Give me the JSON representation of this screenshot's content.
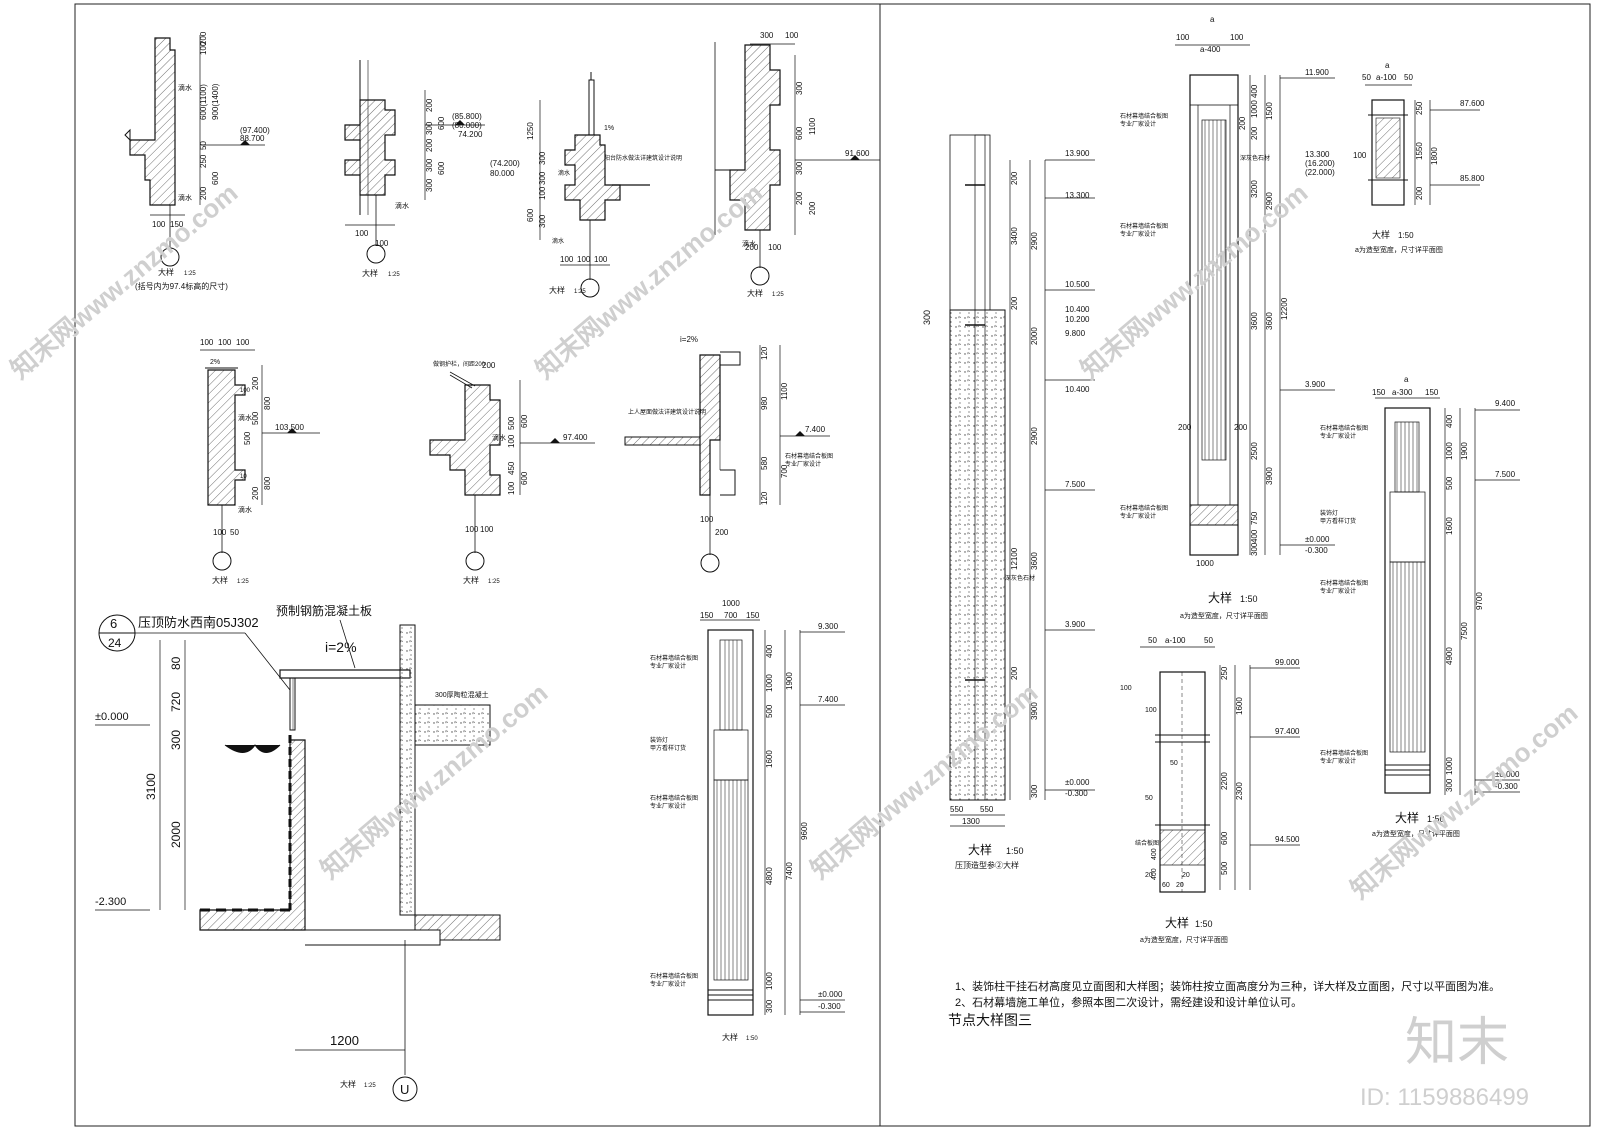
{
  "drawing_title": "节点大样图三",
  "details": {
    "a": {
      "label": "大样",
      "scale": "1:25",
      "note": "(括号内为97.4标高的尺寸)",
      "dims": [
        "100",
        "200",
        "600(1100)",
        "900(1400)",
        "50",
        "250",
        "600",
        "200",
        "100",
        "150"
      ],
      "levels": [
        "(97.400)",
        "88.700"
      ],
      "tags": [
        "滴水",
        "滴水"
      ]
    },
    "b": {
      "label": "大样",
      "scale": "1:25",
      "dims": [
        "200",
        "300",
        "600",
        "200",
        "300",
        "300",
        "600",
        "100",
        "100"
      ],
      "levels": [
        "(85.800)",
        "(80.000)",
        "74.200"
      ],
      "tags": [
        "滴水"
      ]
    },
    "c": {
      "label": "大样",
      "scale": "1:25",
      "dims": [
        "1250",
        "300",
        "300",
        "100",
        "600",
        "300",
        "100",
        "100",
        "100"
      ],
      "levels": [
        "(74.200)",
        "80.000"
      ],
      "tags": [
        "1%",
        "阳台防水做法详建筑设计说明",
        "滴水",
        "滴水"
      ]
    },
    "d": {
      "label": "大样",
      "scale": "1:25",
      "dims": [
        "300",
        "100",
        "300",
        "1100",
        "300",
        "600",
        "200",
        "200",
        "200",
        "100"
      ],
      "levels": [
        "91.600"
      ],
      "tags": [
        "滴水"
      ]
    },
    "e": {
      "label": "大样",
      "scale": "1:25",
      "dims": [
        "100",
        "100",
        "100",
        "200",
        "800",
        "500",
        "500",
        "800",
        "200",
        "100",
        "50",
        "100",
        "10"
      ],
      "levels": [
        "103.500"
      ],
      "tags": [
        "2%",
        "滴水",
        "滴水"
      ]
    },
    "f": {
      "label": "大样",
      "scale": "1:25",
      "dims": [
        "200",
        "600",
        "500",
        "100",
        "450",
        "600",
        "100",
        "100",
        "100"
      ],
      "levels": [
        "97.400"
      ],
      "tags": [
        "做钢护栏，间距200",
        "滴水"
      ]
    },
    "g": {
      "label": "",
      "scale": "",
      "dims": [
        "120",
        "980",
        "1100",
        "580",
        "700",
        "120",
        "100",
        "200"
      ],
      "levels": [
        "7.400"
      ],
      "tags": [
        "i=2%",
        "上人屋面做法详建筑设计说明",
        "石材幕墙结合板图",
        "专业厂家设计"
      ]
    },
    "h": {
      "label": "大样",
      "scale": "1:25",
      "tags": [
        "压顶防水西南05J302",
        "预制钢筋混凝土板",
        "i=2%",
        "300厚陶粒混凝土"
      ],
      "index_num": "6",
      "index_sheet": "24",
      "dims": [
        "80",
        "720",
        "300",
        "3100",
        "2000",
        "1200"
      ],
      "levels": [
        "±0.000",
        "-2.300"
      ],
      "axis": "U"
    },
    "i": {
      "label": "大样",
      "scale": "1:50",
      "dims_top": [
        "1000",
        "150",
        "700",
        "150"
      ],
      "dims_side": [
        "400",
        "1000",
        "500",
        "1600",
        "4800",
        "1000",
        "300",
        "1900",
        "7400",
        "9600"
      ],
      "levels": [
        "9.300",
        "7.400",
        "±0.000",
        "-0.300"
      ],
      "tags": [
        "石材幕墙结合板图",
        "专业厂家设计",
        "装饰灯",
        "甲方看样订货",
        "石材幕墙结合板图",
        "专业厂家设计",
        "石材幕墙结合板图",
        "专业厂家设计"
      ]
    },
    "d1": {
      "label": "大样",
      "scale": "1:50",
      "note": "压顶造型参②大样",
      "dims_bottom": [
        "550",
        "550",
        "1300"
      ],
      "dims_side": [
        "300",
        "200",
        "3400",
        "2900",
        "200",
        "2000",
        "2900",
        "12100",
        "3600",
        "200",
        "3900",
        "300"
      ],
      "levels": [
        "13.900",
        "13.300",
        "10.500",
        "10.400",
        "10.200",
        "9.800",
        "10.400",
        "7.500",
        "3.900",
        "±0.000",
        "-0.300"
      ],
      "tags": [
        "深灰色石材"
      ]
    },
    "d2": {
      "label": "大样",
      "scale": "1:50",
      "note": "a为造型宽度，尺寸详平面图",
      "dims_top": [
        "a",
        "100",
        "a-400",
        "100"
      ],
      "dims_side": [
        "400",
        "1000",
        "200",
        "200",
        "1500",
        "3200",
        "2900",
        "3600",
        "3600",
        "12200",
        "200",
        "200",
        "2500",
        "3900",
        "750",
        "400",
        "300",
        "1000"
      ],
      "levels": [
        "11.900",
        "13.300",
        "(16.200)",
        "(22.000)",
        "3.900",
        "±0.000",
        "-0.300"
      ],
      "tags": [
        "石材幕墙结合板图",
        "专业厂家设计",
        "深灰色石材",
        "石材幕墙结合板图",
        "专业厂家设计",
        "石材幕墙结合板图",
        "专业厂家设计"
      ]
    },
    "d3": {
      "label": "大样",
      "scale": "1:50",
      "note": "a为造型宽度，尺寸详平面图",
      "dims_top": [
        "50",
        "a-100",
        "50"
      ],
      "dims_side": [
        "250",
        "1600",
        "2200",
        "2300",
        "600",
        "500",
        "400",
        "400",
        "50",
        "50",
        "100",
        "100",
        "20",
        "20",
        "60",
        "20"
      ],
      "levels": [
        "99.000",
        "97.400",
        "94.500"
      ],
      "tags": [
        "结合板图"
      ]
    },
    "d4": {
      "label": "大样",
      "scale": "1:50",
      "note": "a为造型宽度，尺寸详平面图",
      "dims_top": [
        "a",
        "50",
        "a-100",
        "50"
      ],
      "dims_side": [
        "250",
        "1550",
        "1800",
        "100",
        "200"
      ],
      "levels": [
        "87.600",
        "85.800"
      ]
    },
    "d5": {
      "label": "大样",
      "scale": "1:50",
      "note": "a为造型宽度，尺寸详平面图",
      "dims_top": [
        "a",
        "150",
        "a-300",
        "150"
      ],
      "dims_side": [
        "400",
        "1000",
        "500",
        "1900",
        "1600",
        "4900",
        "7500",
        "9700",
        "1000",
        "300"
      ],
      "levels": [
        "9.400",
        "7.500",
        "±0.000",
        "-0.300"
      ],
      "tags": [
        "石材幕墙结合板图",
        "专业厂家设计",
        "装饰灯",
        "甲方看样订货",
        "石材幕墙结合板图",
        "专业厂家设计",
        "石材幕墙结合板图",
        "专业厂家设计"
      ]
    }
  },
  "notes": [
    "1、装饰柱干挂石材高度见立面图和大样图；装饰柱按立面高度分为三种，详大样及立面图，尺寸以平面图为准。",
    "2、石材幕墙施工单位，参照本图二次设计，需经建设和设计单位认可。"
  ],
  "watermark": {
    "text": "知末网www.znzmo.com",
    "logo": "知末",
    "id": "ID: 1159886499"
  }
}
